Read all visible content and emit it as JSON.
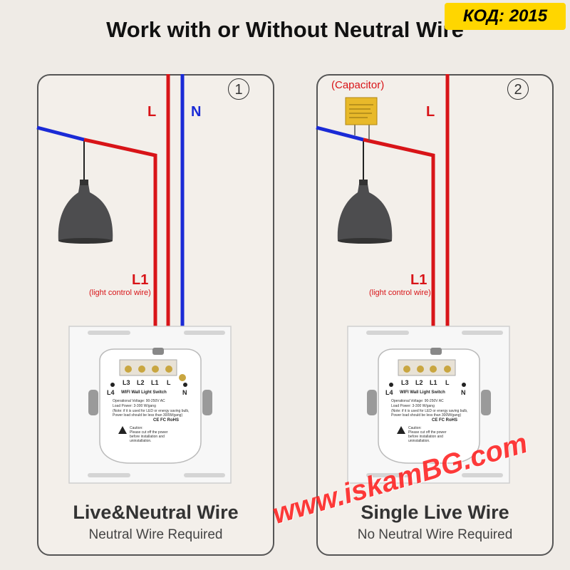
{
  "title": "Work with or Without Neutral Wire",
  "code_badge": "КОД: 2015",
  "watermark": "www.iskamBG.com",
  "colors": {
    "live": "#d81418",
    "neutral": "#1a2ad6",
    "accent": "#ffd600"
  },
  "panels": [
    {
      "number": "1",
      "wire_l": "L",
      "wire_n": "N",
      "l1": "L1",
      "l1_note": "(light control wire)",
      "heading": "Live&Neutral Wire",
      "subheading": "Neutral Wire Required"
    },
    {
      "number": "2",
      "capacitor": "(Capacitor)",
      "wire_l": "L",
      "l1": "L1",
      "l1_note": "(light control wire)",
      "heading": "Single Live Wire",
      "subheading": "No Neutral Wire Required"
    }
  ],
  "switch_module": {
    "terminals": [
      "L3",
      "L2",
      "L1",
      "L"
    ],
    "l4": "L4",
    "n": "N",
    "name": "WIFI Wall Light Switch",
    "voltage": "Operational Voltage: 90-250V AC",
    "load": "Load Power: 3-300 W/gang",
    "note": "(Note: if it is used for LED or energy saving bulb,",
    "note2": "Power load should be less than 300W/gang)",
    "certs": "CE FC RoHS",
    "caution": "Caution:",
    "caution_text": "Please cut off the power before installation and uninstallation."
  }
}
